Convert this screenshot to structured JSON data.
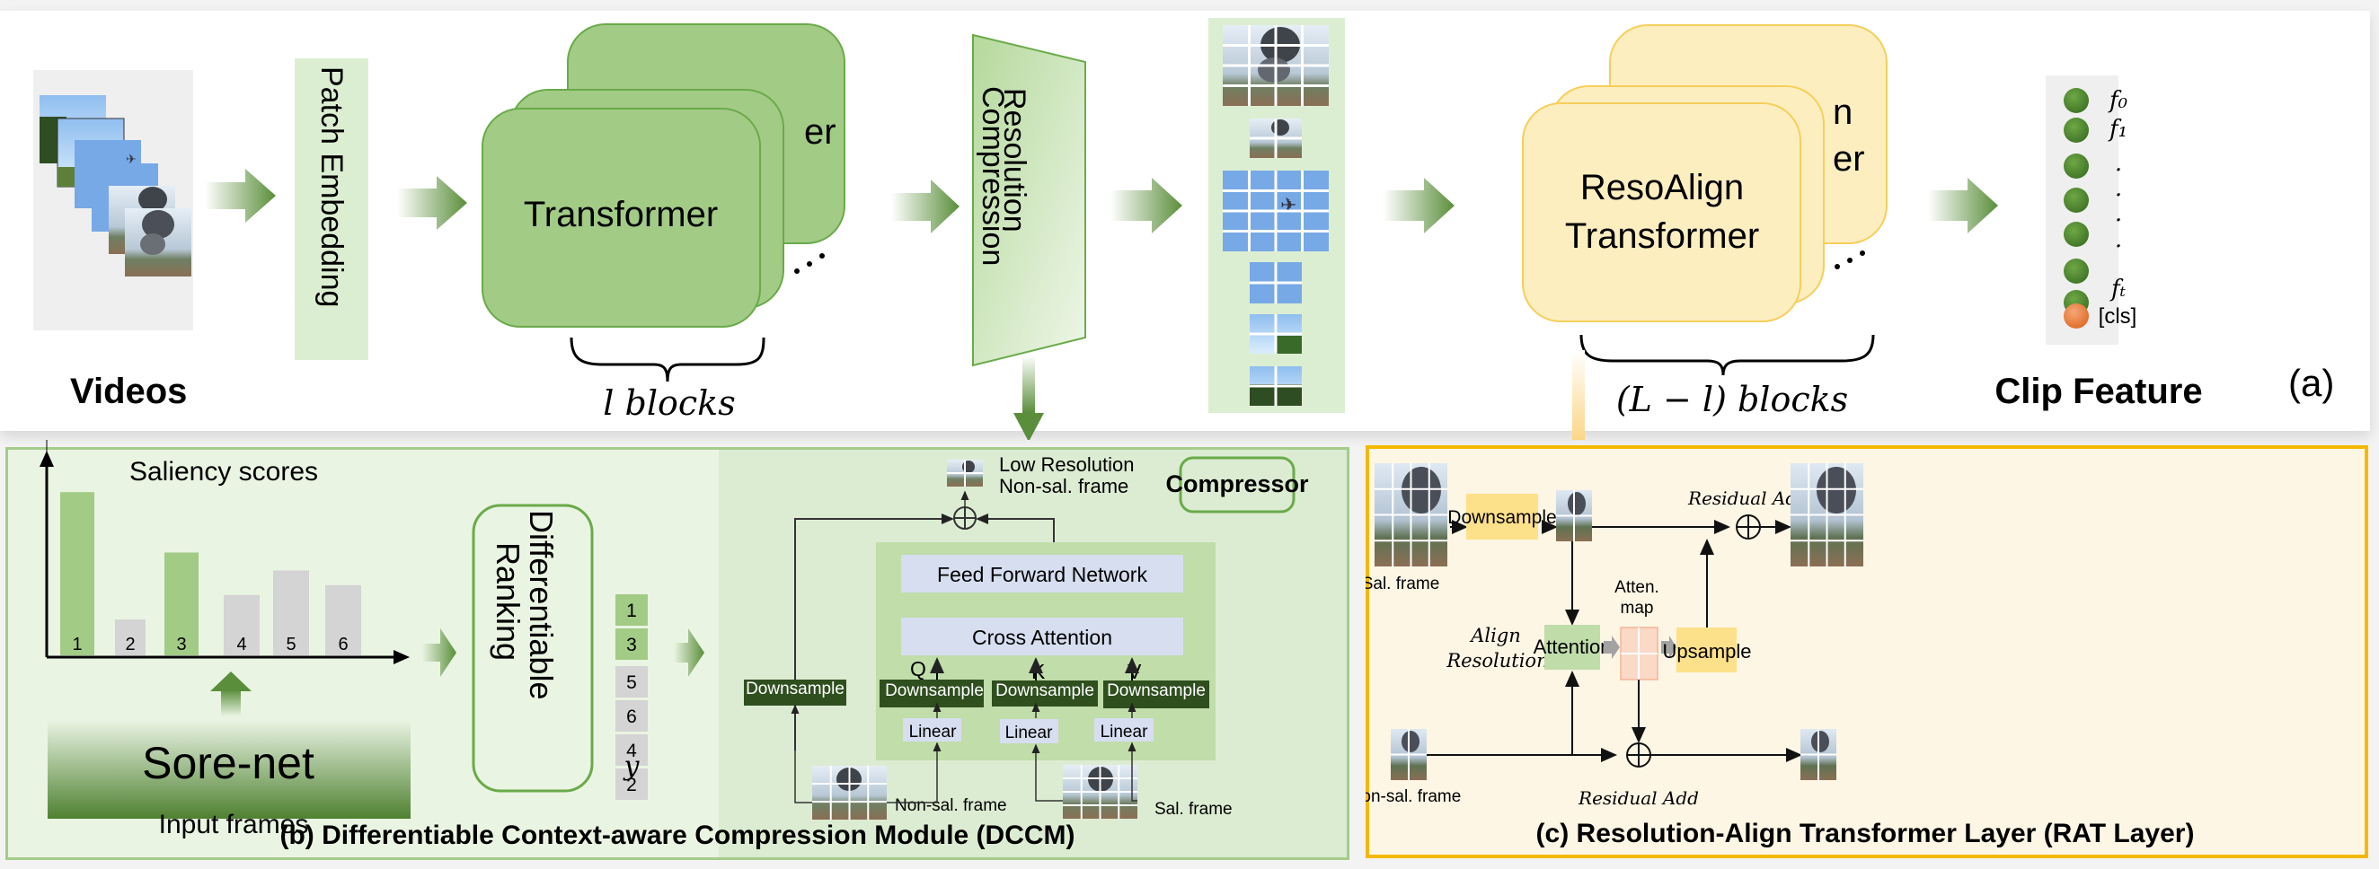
{
  "overview": {
    "videos_label": "Videos",
    "patch_embedding_label": "Patch Embedding",
    "transformer_label": "Transformer",
    "transformer_back_fragment": "er",
    "l_blocks_label": "l  blocks",
    "resolution_compression_label_1": "Resolution",
    "resolution_compression_label_2": "Compression",
    "resoalign_label_1": "ResoAlign",
    "resoalign_label_2": "Transformer",
    "resoalign_back_fragment_1": "n",
    "resoalign_back_fragment_2": "er",
    "l_minus_l_blocks_label": "(L − l) blocks",
    "clip_feature_label": "Clip Feature",
    "panel_tag": "(a)",
    "features": [
      "f₀",
      "f₁",
      ".",
      ".",
      ".",
      ".",
      "fₜ"
    ],
    "cls_label": "[cls]",
    "ellipsis": "⋰"
  },
  "dccm": {
    "title": "(b) Differentiable Context-aware Compression Module (DCCM)",
    "saliency_title": "Saliency scores",
    "score_net_label": "Sore-net",
    "input_frames_label": "Input frames",
    "ranking_label_1": "Differentiable",
    "ranking_label_2": "Ranking",
    "ranked_order": [
      "1",
      "3",
      "5",
      "6",
      "4",
      "2"
    ],
    "ranked_selected_count": 2,
    "y_label": "y",
    "compressor_label": "Compressor",
    "low_res_label_1": "Low Resolution",
    "low_res_label_2": "Non-sal. frame",
    "ffn_label": "Feed Forward Network",
    "cross_attention_label": "Cross Attention",
    "q_label": "Q",
    "k_label": "K",
    "v_label": "V",
    "downsample_label": "Downsample",
    "linear_label": "Linear",
    "non_sal_frame_label": "Non-sal. frame",
    "sal_frame_label": "Sal. frame"
  },
  "rat": {
    "title": "(c) Resolution-Align Transformer Layer (RAT Layer)",
    "sal_frame_label": "Sal. frame",
    "non_sal_frame_label": "Non-sal. frame",
    "downsample_label": "Downsample",
    "attention_label": "Attention",
    "upsample_label": "Upsample",
    "atten_map_label_1": "Atten.",
    "atten_map_label_2": "map",
    "align_label_1": "Align",
    "align_label_2": "Resolution",
    "residual_add_top": "Residual Add",
    "residual_add_bottom": "Residual Add"
  },
  "colors": {
    "green_block": "#a2cb86",
    "green_border": "#6aaa4a",
    "dark_green": "#2f4f1f",
    "yellow_block": "#fdeec0",
    "yellow_border": "#f5cf5a",
    "panel_c_border": "#f5b800",
    "lavender": "#d6def0",
    "selected_bar": "#a2cb86",
    "unselected_bar": "#d4d4d4",
    "cls_orange": "#e9773a"
  },
  "chart_data": {
    "type": "bar",
    "title": "Saliency scores",
    "categories": [
      "1",
      "2",
      "3",
      "4",
      "5",
      "6"
    ],
    "values": [
      1.0,
      0.22,
      0.63,
      0.37,
      0.52,
      0.43
    ],
    "selected": [
      true,
      false,
      true,
      false,
      false,
      false
    ],
    "xlabel": "",
    "ylabel": "",
    "ylim": [
      0,
      1.1
    ],
    "grid": false,
    "legend": "none"
  }
}
